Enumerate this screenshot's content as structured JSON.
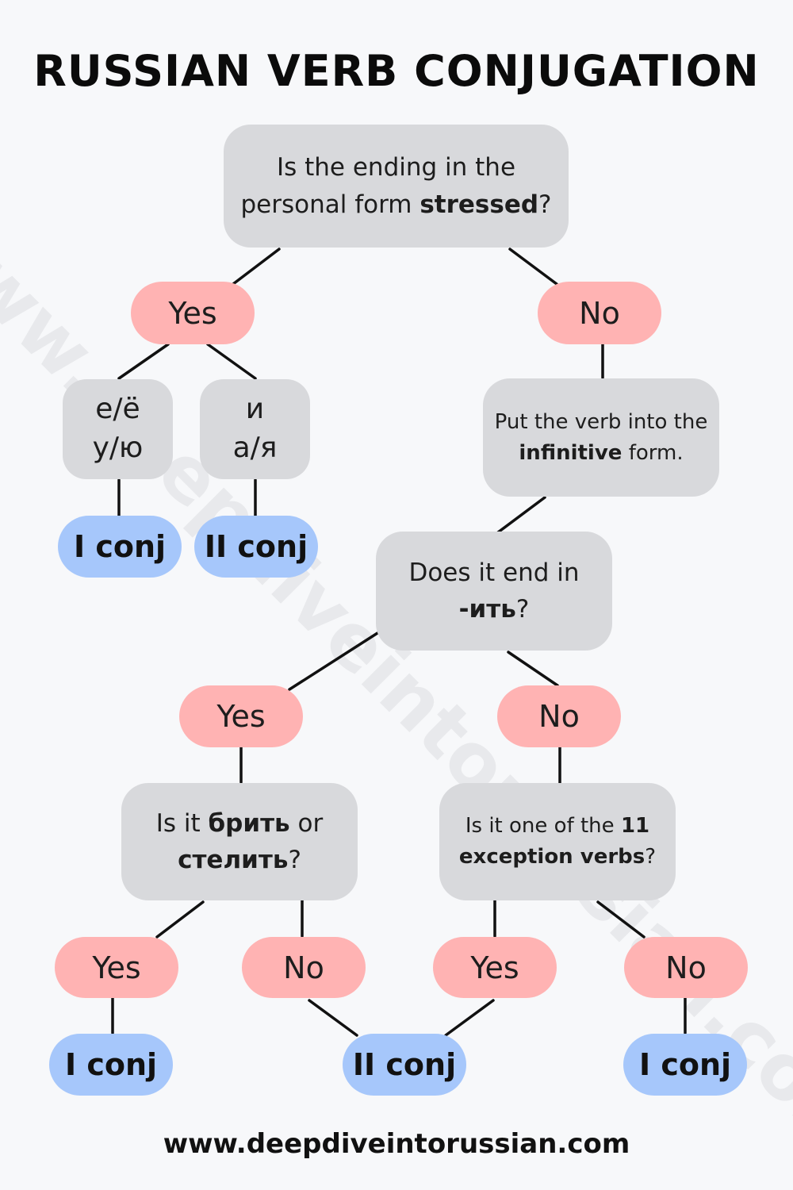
{
  "title": "RUSSIAN VERB CONJUGATION",
  "nodes": {
    "q_stressed": {
      "pre": "Is the ending in the personal form ",
      "bold": "stressed",
      "post": "?"
    },
    "yes1": "Yes",
    "no1": "No",
    "ending_e": {
      "line1": "е/ё",
      "line2": "у/ю"
    },
    "ending_i": {
      "line1": "и",
      "line2": "а/я"
    },
    "res_i_conj_1": "I conj",
    "res_ii_conj_1": "II conj",
    "q_infinitive": {
      "pre": "Put the verb into the ",
      "bold": "infinitive",
      "post": " form."
    },
    "q_ends_it": {
      "pre": "Does it end in ",
      "bold": "-ить",
      "post": "?"
    },
    "yes2": "Yes",
    "no2": "No",
    "q_brit": {
      "pre": "Is it ",
      "bold1": "брить",
      "mid": " or ",
      "bold2": "стелить",
      "post": "?"
    },
    "q_exceptions": {
      "pre": "Is it one of the ",
      "bold": "11 exception verbs",
      "post": "?"
    },
    "yes3": "Yes",
    "no3": "No",
    "yes4": "Yes",
    "no4": "No",
    "res_i_conj_2": "I conj",
    "res_ii_conj_2": "II conj",
    "res_i_conj_3": "I conj"
  },
  "watermark": "www.deepdiveintorussian.com",
  "footer": "www.deepdiveintorussian.com",
  "colors": {
    "question": "#d8d9dc",
    "answer": "#ffb3b3",
    "result": "#a6c7fb"
  }
}
